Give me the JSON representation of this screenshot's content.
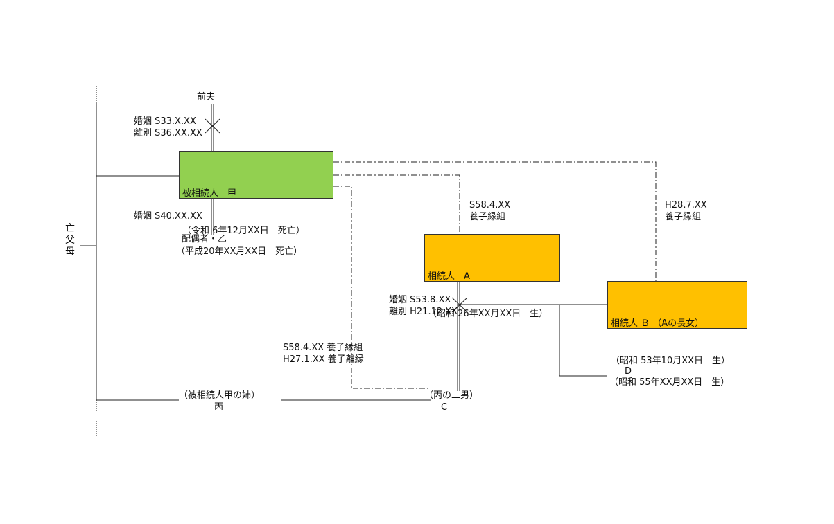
{
  "colors": {
    "decedent_fill": "#92d050",
    "heir_fill": "#ffc000",
    "line": "#222222"
  },
  "parents": {
    "chars": [
      "亡",
      "父",
      "母"
    ]
  },
  "former_husband": {
    "label": "前夫"
  },
  "first_marriage": {
    "married": "婚姻 S33.X.XX",
    "divorced": "離別 S36.XX.XX"
  },
  "decedent": {
    "line1": "被相続人　甲",
    "line2": "（令和 6年12月XX日　死亡）"
  },
  "second_marriage": {
    "married": "婚姻 S40.XX.XX"
  },
  "spouse": {
    "line1": "配偶者・乙",
    "line2": "（平成20年XX月XX日　死亡）"
  },
  "adoption_a": {
    "date": "S58.4.XX",
    "label": "養子縁組"
  },
  "adoption_b": {
    "date": "H28.7.XX",
    "label": "養子縁組"
  },
  "heir_a": {
    "line1": "相続人　A",
    "line2": "（昭和 26年XX月XX日　生）"
  },
  "heir_b": {
    "line1": "相続人 Ｂ （Aの長女）",
    "line2": "（昭和 53年10月XX日　生）"
  },
  "a_marriage": {
    "married": "婚姻 S53.8.XX",
    "divorced": "離別 H21.12.XX"
  },
  "adoption_c": {
    "adopted": "S58.4.XX 養子縁組",
    "dissolved": "H27.1.XX 養子離縁"
  },
  "sister": {
    "line1": "（被相続人甲の姉）",
    "line2": "丙"
  },
  "child_c": {
    "line1": "（丙の二男）",
    "line2": "C"
  },
  "child_d": {
    "line1": "D",
    "line2": "（昭和 55年XX月XX日　生）"
  }
}
